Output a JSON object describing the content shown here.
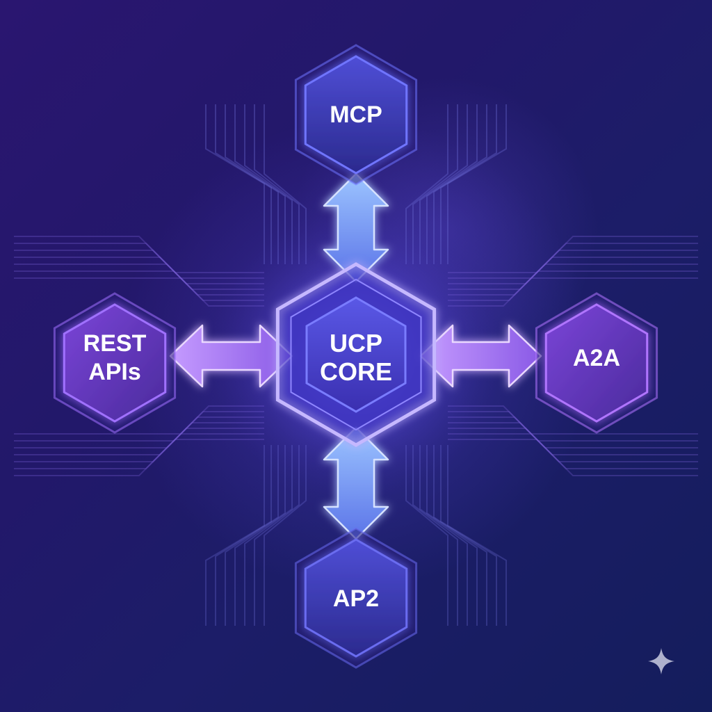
{
  "diagram": {
    "core": {
      "lines": [
        "UCP",
        "CORE"
      ]
    },
    "nodes": {
      "top": {
        "label": "MCP",
        "color": "#4a46c8"
      },
      "left": {
        "lines": [
          "REST",
          "APIs"
        ],
        "color": "#6a3cc8"
      },
      "right": {
        "label": "A2A",
        "color": "#7a3ac8"
      },
      "bottom": {
        "label": "AP2",
        "color": "#3c3cb0"
      }
    },
    "arrows": {
      "vertical_color": "#7fa6ff",
      "horizontal_color": "#b98cff"
    },
    "links": [
      {
        "from": "MCP",
        "to": "UCP CORE",
        "direction": "bidirectional"
      },
      {
        "from": "REST APIs",
        "to": "UCP CORE",
        "direction": "bidirectional"
      },
      {
        "from": "A2A",
        "to": "UCP CORE",
        "direction": "bidirectional"
      },
      {
        "from": "AP2",
        "to": "UCP CORE",
        "direction": "bidirectional"
      }
    ]
  },
  "watermark": {
    "icon": "sparkle-icon"
  }
}
